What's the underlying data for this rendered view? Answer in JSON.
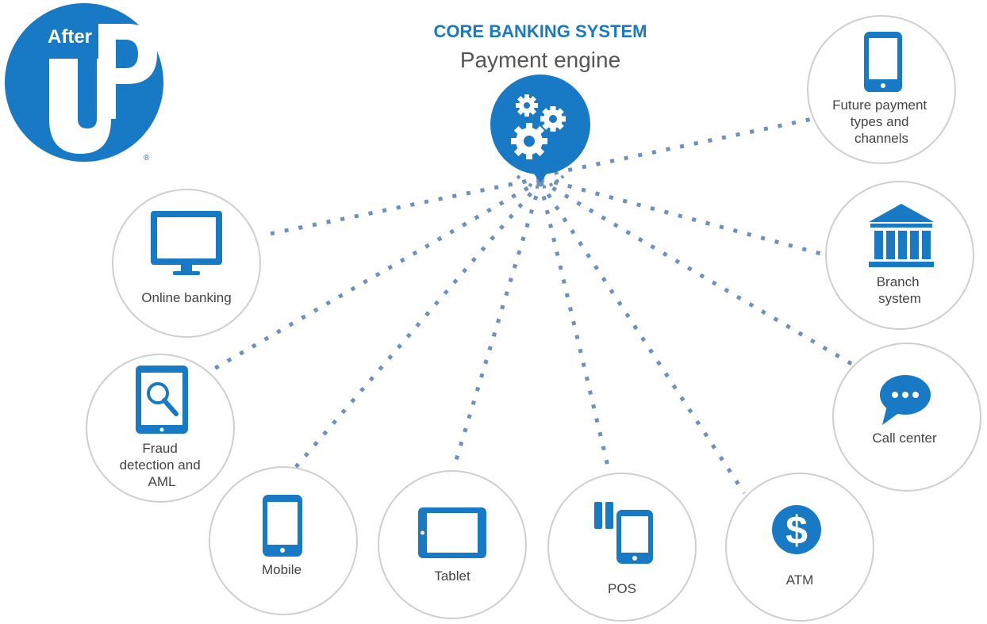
{
  "logo": {
    "word": "After",
    "letters": "UP",
    "mark": "®"
  },
  "header": {
    "title": "CORE BANKING SYSTEM",
    "subtitle": "Payment engine"
  },
  "colors": {
    "brand": "#1879c4",
    "line": "#6e8fbf",
    "circle_stroke": "#cfcfcf",
    "text": "#444444"
  },
  "hub": {
    "icon": "gears-icon"
  },
  "nodes": [
    {
      "id": "online-banking",
      "icon": "monitor-icon",
      "lines": [
        "Online banking"
      ]
    },
    {
      "id": "fraud-detection",
      "icon": "tablet-search-icon",
      "lines": [
        "Fraud",
        "detection and",
        "AML"
      ]
    },
    {
      "id": "mobile",
      "icon": "phone-icon",
      "lines": [
        "Mobile"
      ]
    },
    {
      "id": "tablet",
      "icon": "tablet-landscape-icon",
      "lines": [
        "Tablet"
      ]
    },
    {
      "id": "pos",
      "icon": "pos-terminal-icon",
      "lines": [
        "POS"
      ]
    },
    {
      "id": "atm",
      "icon": "dollar-icon",
      "lines": [
        "ATM"
      ]
    },
    {
      "id": "call-center",
      "icon": "chat-bubble-icon",
      "lines": [
        "Call center"
      ]
    },
    {
      "id": "branch-system",
      "icon": "bank-building-icon",
      "lines": [
        "Branch",
        "system"
      ]
    },
    {
      "id": "future-payment",
      "icon": "smartphone-icon",
      "lines": [
        "Future payment",
        "types and",
        "channels"
      ]
    }
  ]
}
